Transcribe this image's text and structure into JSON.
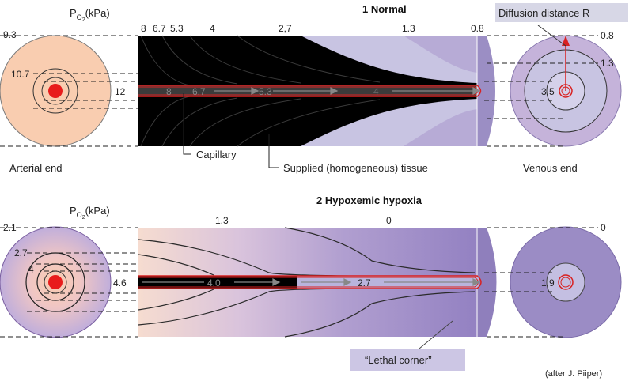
{
  "normal": {
    "title": "1  Normal",
    "po2_label": "P",
    "po2_sub": "O",
    "po2_subsub": "2",
    "po2_unit": "(kPa)",
    "arterial_left_values": [
      "9.3",
      "10.7"
    ],
    "top_scale": [
      "8",
      "6.7",
      "5.3",
      "4",
      "2,7",
      "1.3",
      "0.8"
    ],
    "capillary_values": [
      "12",
      "8",
      "6.7",
      "5.3",
      "4"
    ],
    "venous_inner_value": "3.5",
    "right_values": [
      "0.8",
      "1.3"
    ],
    "diffusion_label": "Diffusion distance R",
    "capillary_label": "Capillary",
    "tissue_label": "Supplied (homogeneous) tissue",
    "arterial_label": "Arterial end",
    "venous_label": "Venous end"
  },
  "hypoxia": {
    "title": "2  Hypoxemic hypoxia",
    "po2_label": "P",
    "po2_sub": "O",
    "po2_subsub": "2",
    "po2_unit": "(kPa)",
    "arterial_left_values": [
      "2.1",
      "2.7",
      "4"
    ],
    "top_scale": [
      "1.3",
      "0"
    ],
    "capillary_values": [
      "4.6",
      "4.0",
      "2.7"
    ],
    "venous_inner_value": "1.9",
    "right_value": "0",
    "lethal_label": "“Lethal corner”"
  },
  "credit": "(after J. Piiper)",
  "colors": {
    "arterial": "#f9cdb0",
    "tissue_light": "#c8c4e2",
    "venous": "#c5b3da",
    "hypoxia_dark": "#8f7fbc",
    "capillary": "#d92020",
    "red_dot": "#e81c1c",
    "lethal_box": "#ccc6e4"
  }
}
